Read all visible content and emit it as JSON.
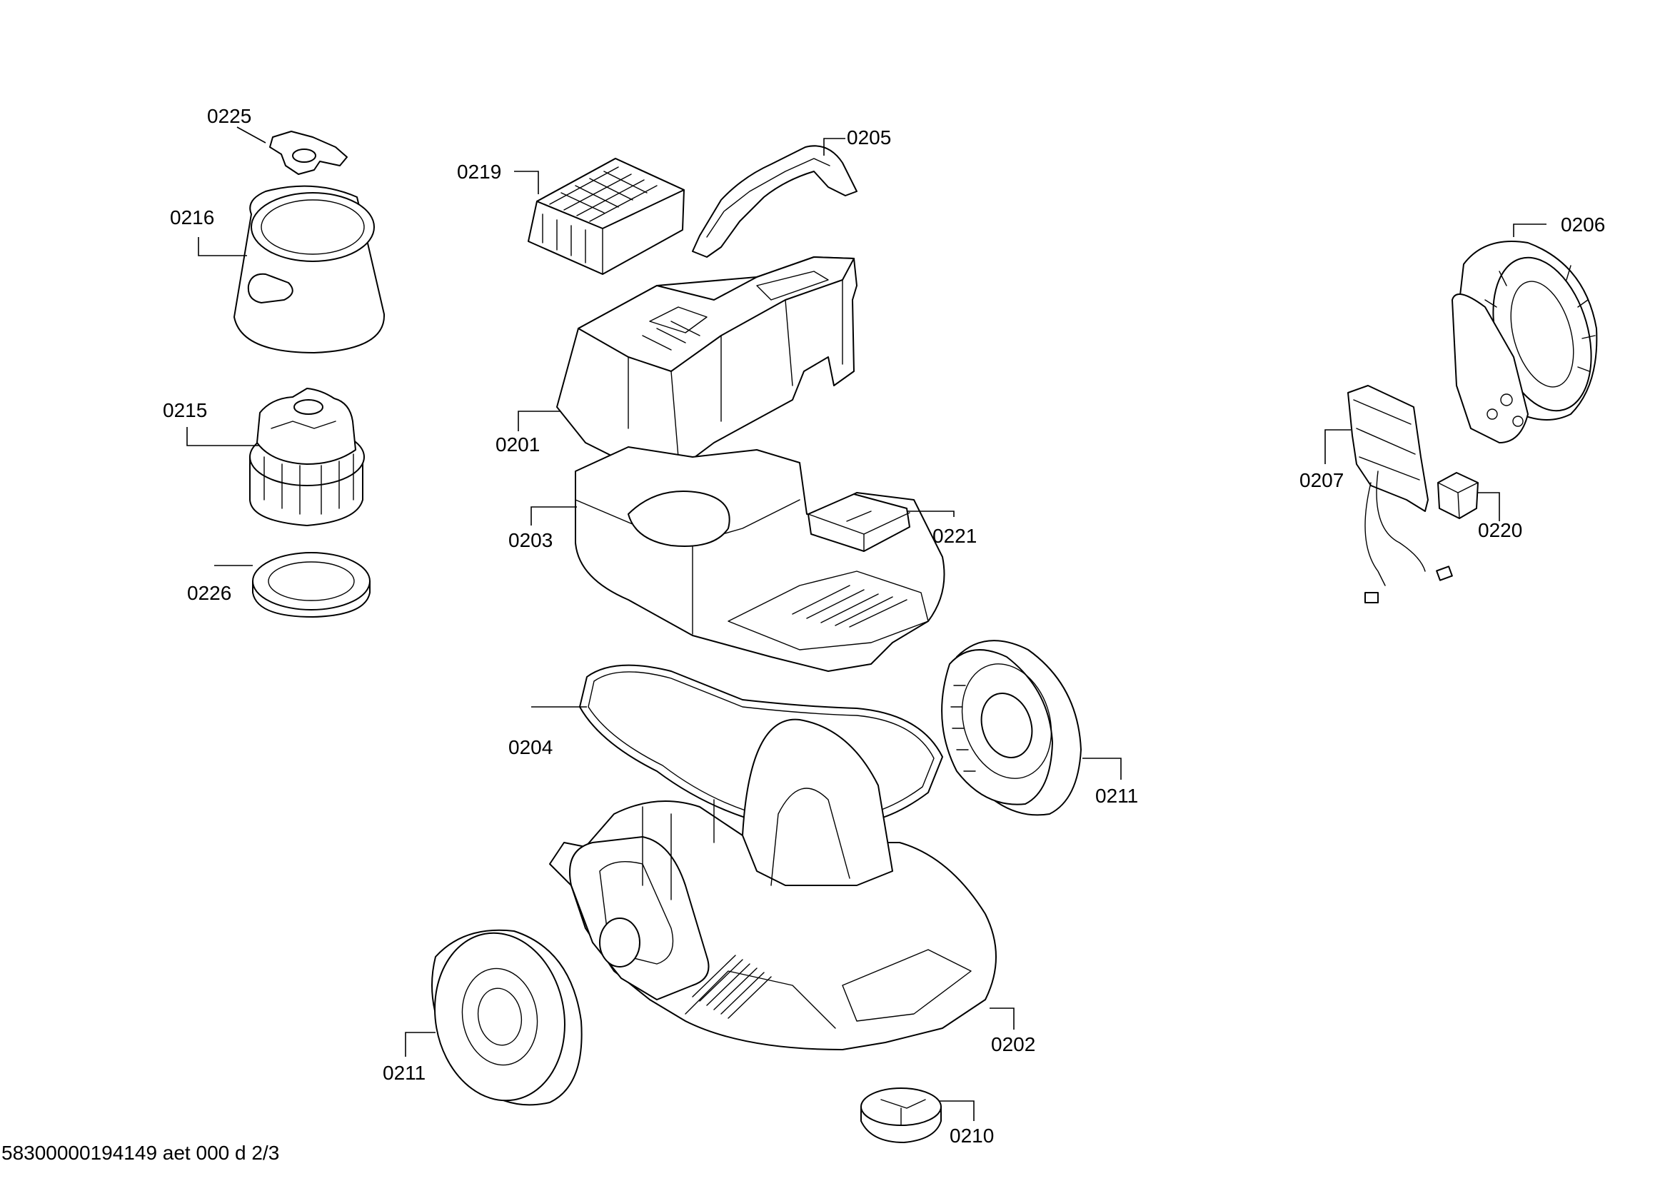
{
  "callouts": {
    "p0225": "0225",
    "p0216": "0216",
    "p0215": "0215",
    "p0226": "0226",
    "p0219": "0219",
    "p0205": "0205",
    "p0201": "0201",
    "p0203": "0203",
    "p0221": "0221",
    "p0204": "0204",
    "p0211_wheel_right": "0211",
    "p0211_wheel_left": "0211",
    "p0202": "0202",
    "p0210": "0210",
    "p0206": "0206",
    "p0207": "0207",
    "p0220": "0220"
  },
  "footer": {
    "document_id": "58300000194149 aet 000 d 2/3"
  }
}
